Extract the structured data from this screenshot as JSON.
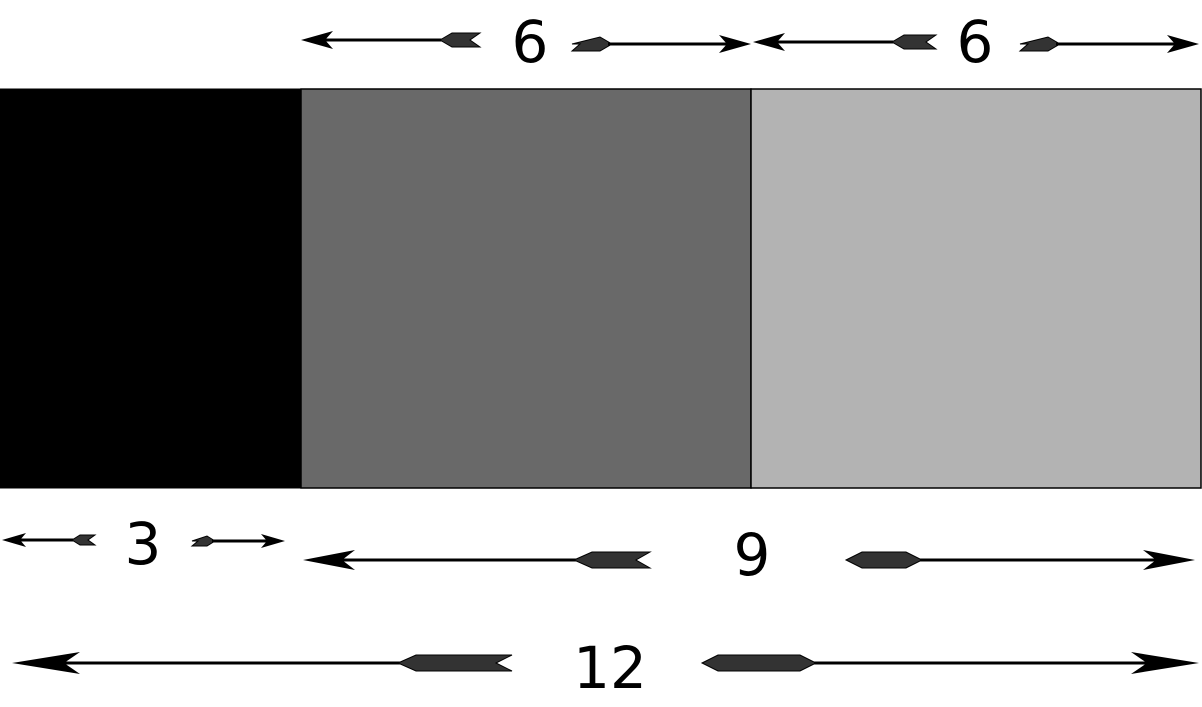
{
  "segments": [
    {
      "name": "black-block",
      "color": "#000000"
    },
    {
      "name": "dark-gray-block",
      "color": "#696969"
    },
    {
      "name": "light-gray-block",
      "color": "#b3b3b3"
    }
  ],
  "dimensions": {
    "top_left_label": "6",
    "top_right_label": "6",
    "bottom_left_label": "3",
    "bottom_middle_label": "9",
    "bottom_full_label": "12"
  }
}
